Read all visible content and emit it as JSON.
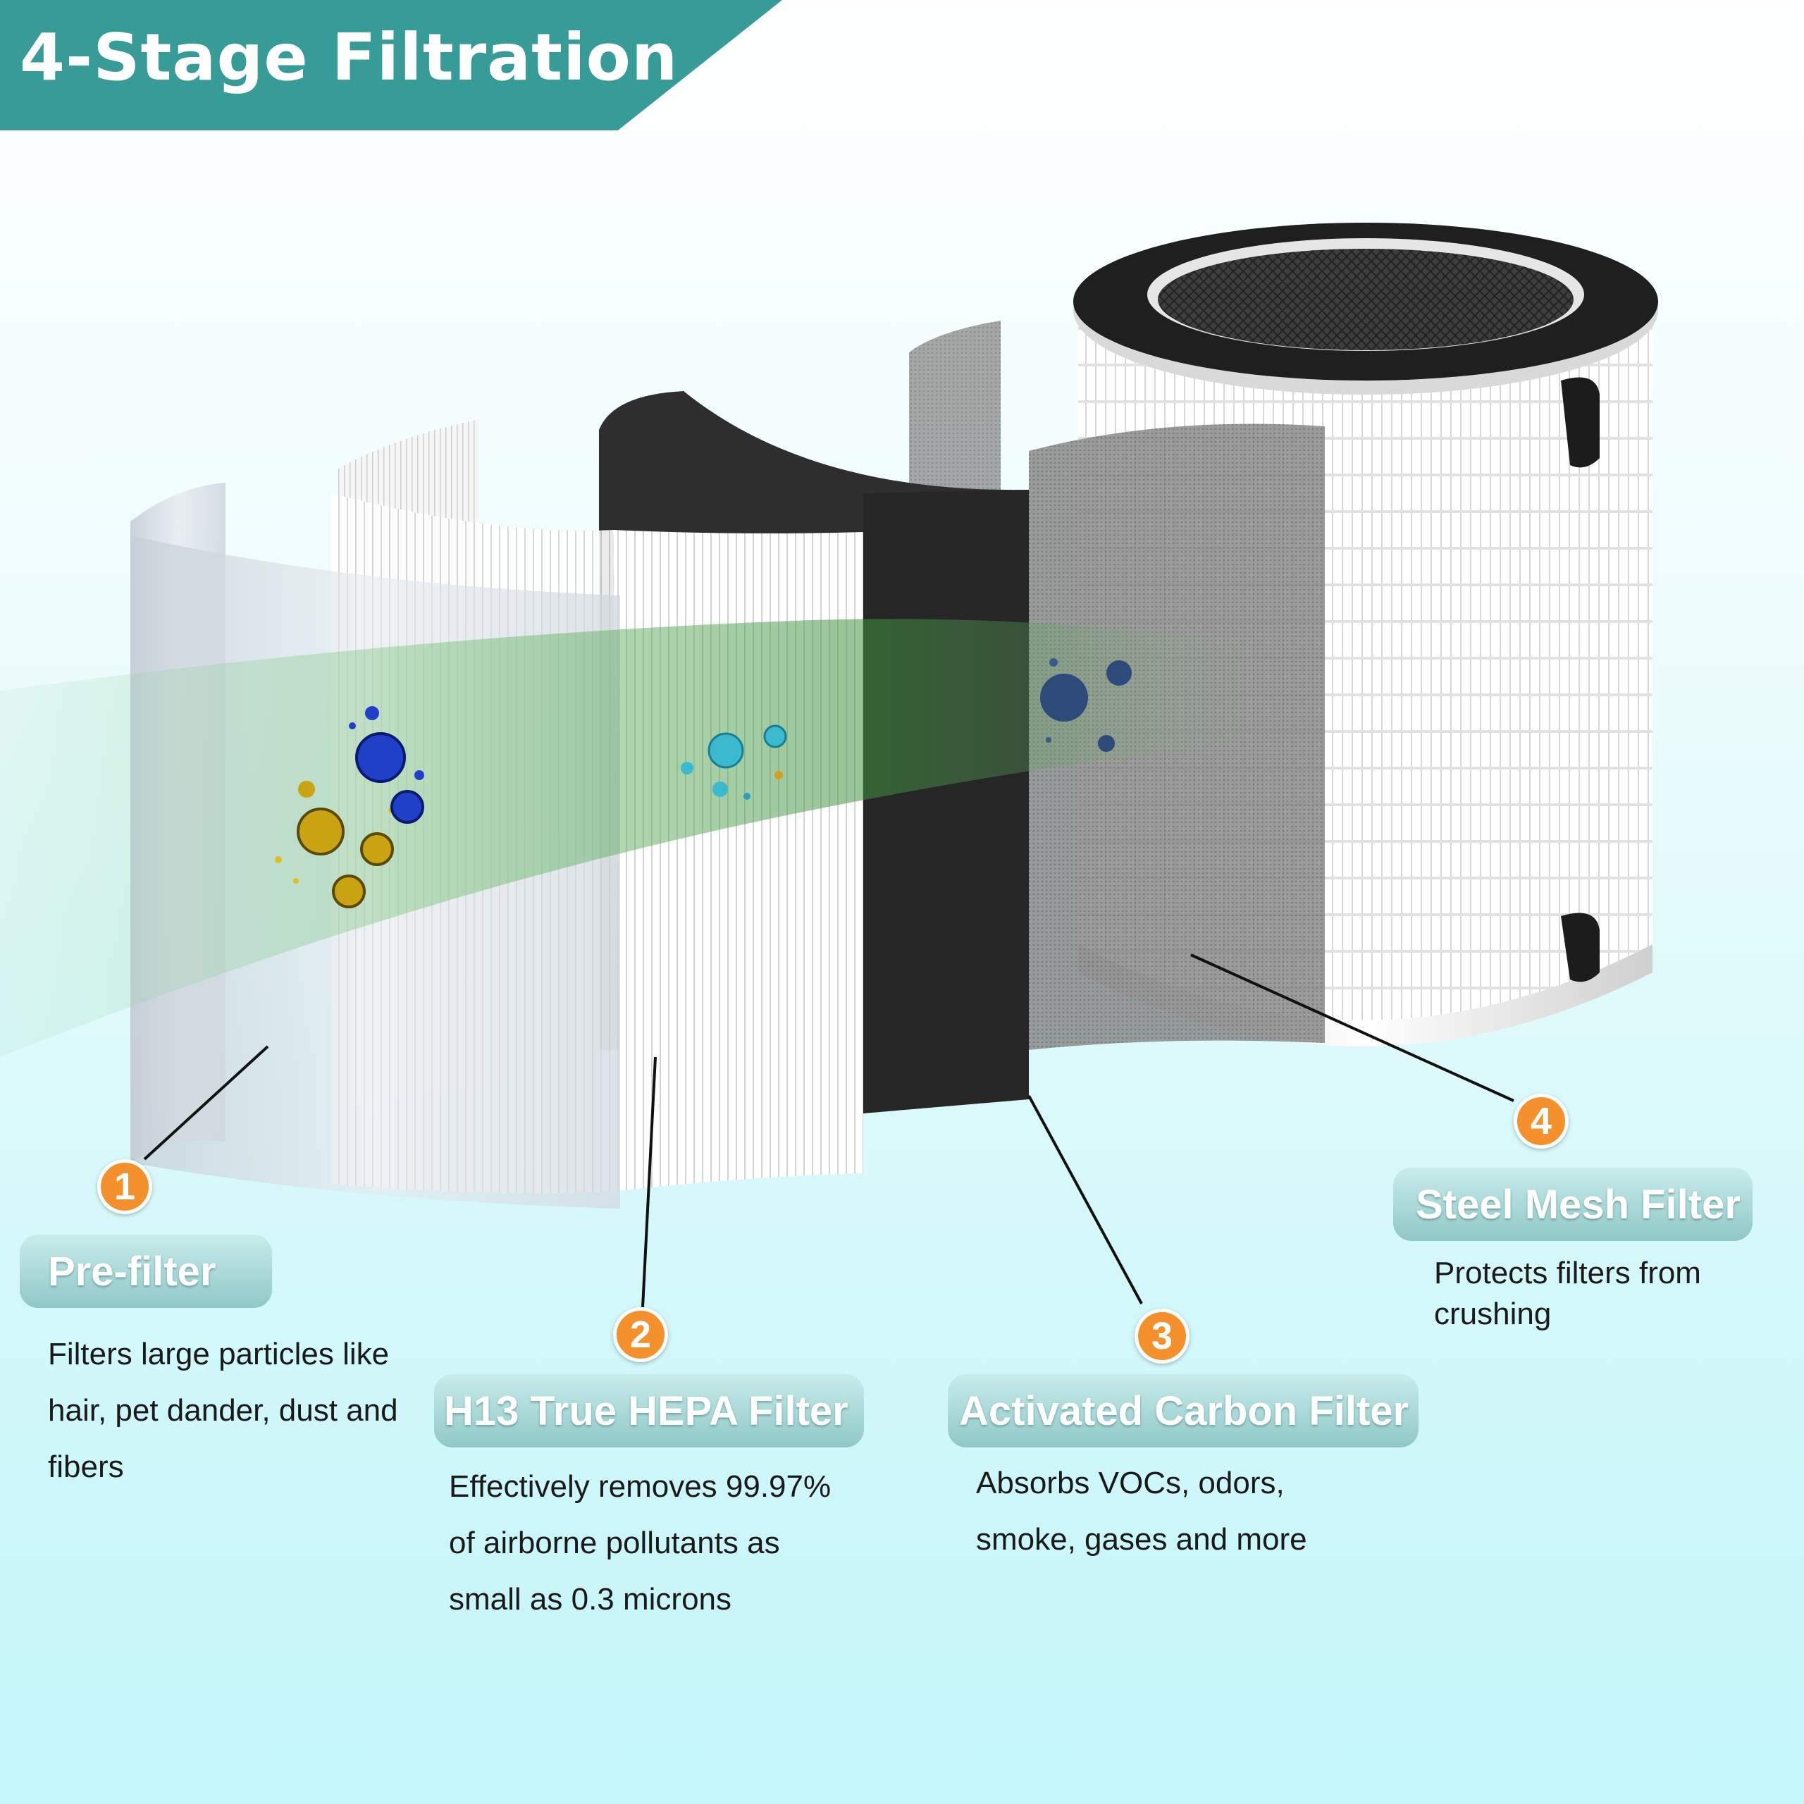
{
  "header": {
    "title": "4-Stage Filtration"
  },
  "stages": [
    {
      "number": "1",
      "name": "Pre-filter",
      "description": [
        "Filters large particles like",
        "hair, pet dander, dust  and",
        "fibers"
      ]
    },
    {
      "number": "2",
      "name": "H13 True HEPA Filter",
      "description": [
        "Effectively removes 99.97%",
        "of airborne pollutants as",
        "small as 0.3 microns"
      ]
    },
    {
      "number": "3",
      "name": "Activated Carbon Filter",
      "description": [
        "Absorbs VOCs,  odors,",
        "smoke, gases and more"
      ]
    },
    {
      "number": "4",
      "name": "Steel Mesh Filter",
      "description": [
        "Protects filters from",
        "crushing"
      ]
    }
  ],
  "colors": {
    "banner": "#379c97",
    "badge": "#f4912c",
    "pill_top": "#c9ecec",
    "pill_bottom": "#8fc8c7",
    "airflow": "#5fae6a"
  },
  "icons": [
    "pollen-particles-icon",
    "virus-particles-icon",
    "bacteria-particles-icon",
    "smoke-particles-icon"
  ]
}
